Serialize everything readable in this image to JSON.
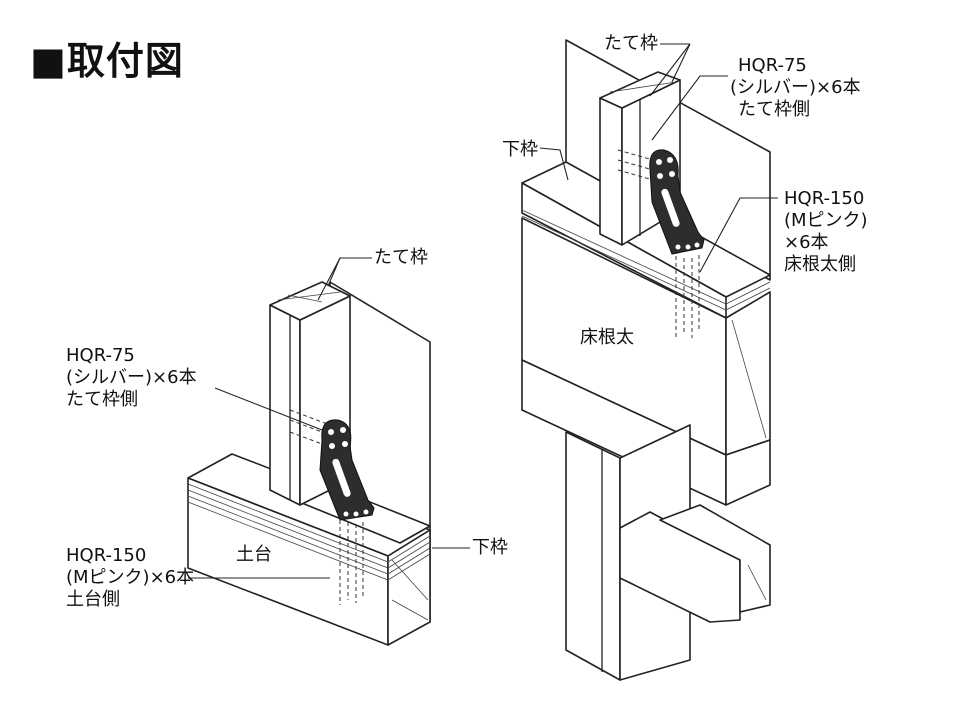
{
  "title": "■取付図",
  "left_detail": {
    "frame_vertical": "たて枠",
    "anchor_top": {
      "model": "HQR-75",
      "spec": "(シルバー)×6本",
      "position": "たて枠側"
    },
    "anchor_bottom": {
      "model": "HQR-150",
      "spec": "(Mピンク)×6本",
      "position": "土台側"
    },
    "sill": "土台",
    "bottom_frame": "下枠"
  },
  "right_detail": {
    "frame_vertical": "たて枠",
    "anchor_top": {
      "model": "HQR-75",
      "spec": "(シルバー)×6本",
      "position": "たて枠側"
    },
    "bottom_frame": "下枠",
    "anchor_bottom": {
      "model": "HQR-150",
      "spec": "(Mピンク)",
      "count": "×6本",
      "position": "床根太側"
    },
    "joist": "床根太"
  }
}
